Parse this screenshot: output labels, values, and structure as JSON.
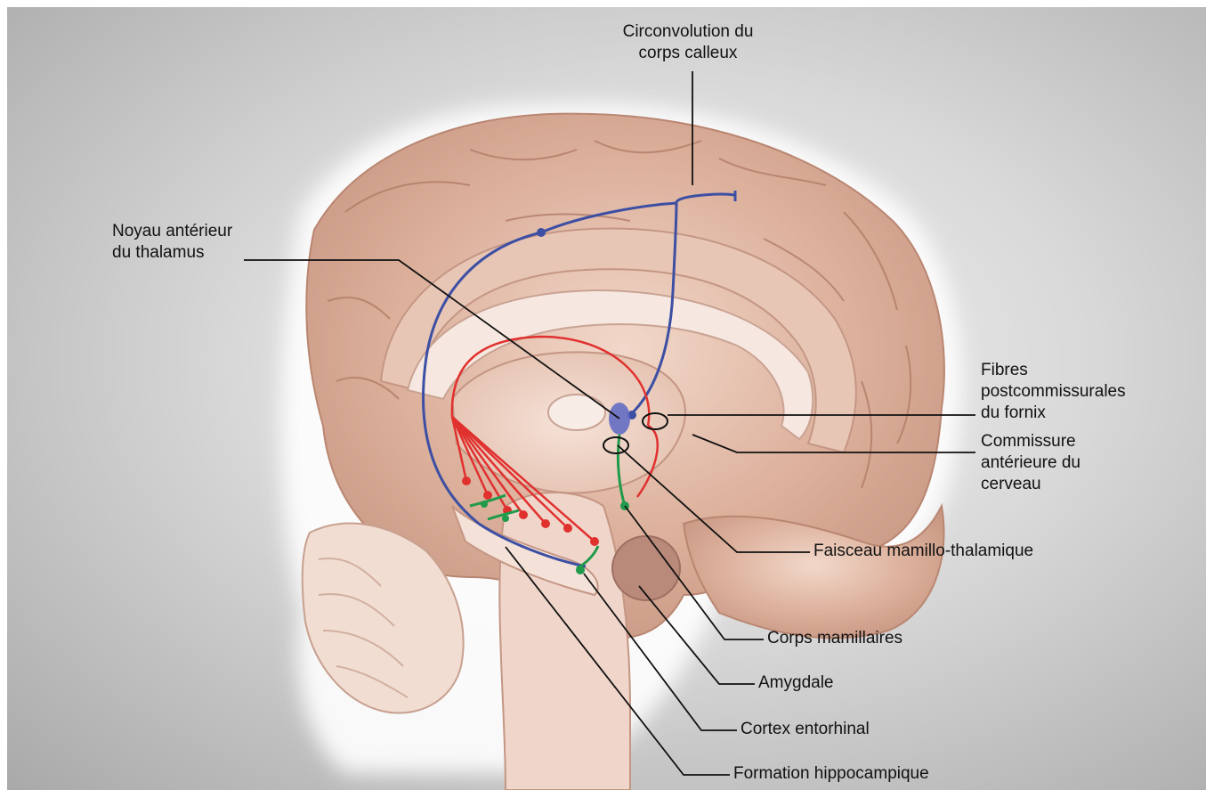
{
  "labels": {
    "circonvolution": "Circonvolution du\ncorps calleux",
    "noyau": "Noyau antérieur\ndu thalamus",
    "fibres": "Fibres\npostcommissurales\ndu fornix",
    "commissure": "Commissure\nantérieure du\ncerveau",
    "faisceau": "Faisceau mamillo-thalamique",
    "corps": "Corps mamillaires",
    "amygdale": "Amygdale",
    "cortex": "Cortex entorhinal",
    "formation": "Formation hippocampique"
  },
  "colors": {
    "pathway_blue": "#3d4fa3",
    "pathway_red": "#e0312f",
    "pathway_green": "#1f9a4a",
    "brain_tissue": "#d9ab95",
    "leader_line": "#111111"
  }
}
